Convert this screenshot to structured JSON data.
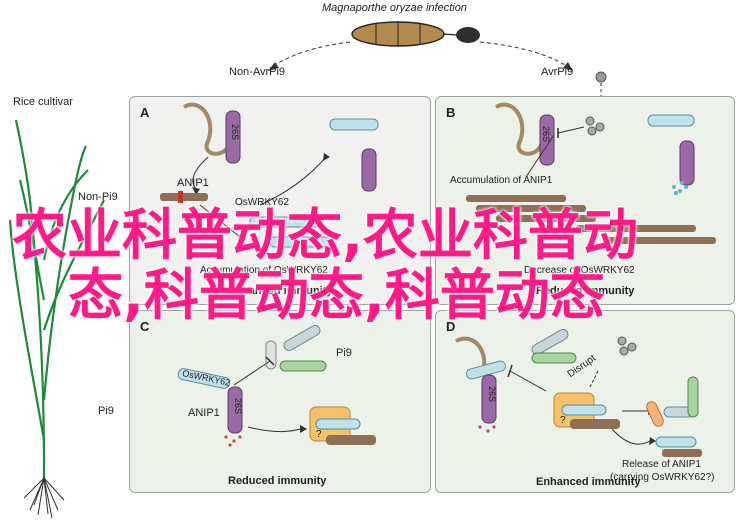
{
  "title": "Magnaporthe oryzae infection",
  "branches": {
    "left": "Non-AvrPi9",
    "right": "AvrPi9"
  },
  "rice_cultivar": "Rice cultivar",
  "rows": {
    "top": "Non-Pi9",
    "bottom": "Pi9"
  },
  "panels": {
    "A": {
      "letter": "A",
      "labels": {
        "anip1": "ANIP1",
        "oswrky": "OsWRKY62",
        "s26": "26S",
        "accum": "Accumulation of OsWRKY62"
      },
      "footer": "Enhanced immunity"
    },
    "B": {
      "letter": "B",
      "labels": {
        "accum": "Accumulation of ANIP1",
        "s26": "26S",
        "decrease": "Decrease of OsWRKY62"
      },
      "footer": "Reduced immunity"
    },
    "C": {
      "letter": "C",
      "labels": {
        "pi9": "Pi9",
        "oswrky": "OsWRKY62",
        "anip1": "ANIP1",
        "s26": "26S"
      },
      "footer": "Reduced immunity"
    },
    "D": {
      "letter": "D",
      "labels": {
        "disrupt": "Disrupt",
        "s26": "26S",
        "release1": "Release of ANIP1",
        "release2": "(carrying OsWRKY62?)"
      },
      "footer": "Enhanced immunity"
    }
  },
  "watermark": {
    "line1": "农业科普动态,农业科普动",
    "line2": "态,科普动态,科普动态"
  },
  "colors": {
    "overlay": "#ff1a86",
    "panel_tint": "#ecf1ea",
    "panel_grey": "#f1f1f0"
  }
}
